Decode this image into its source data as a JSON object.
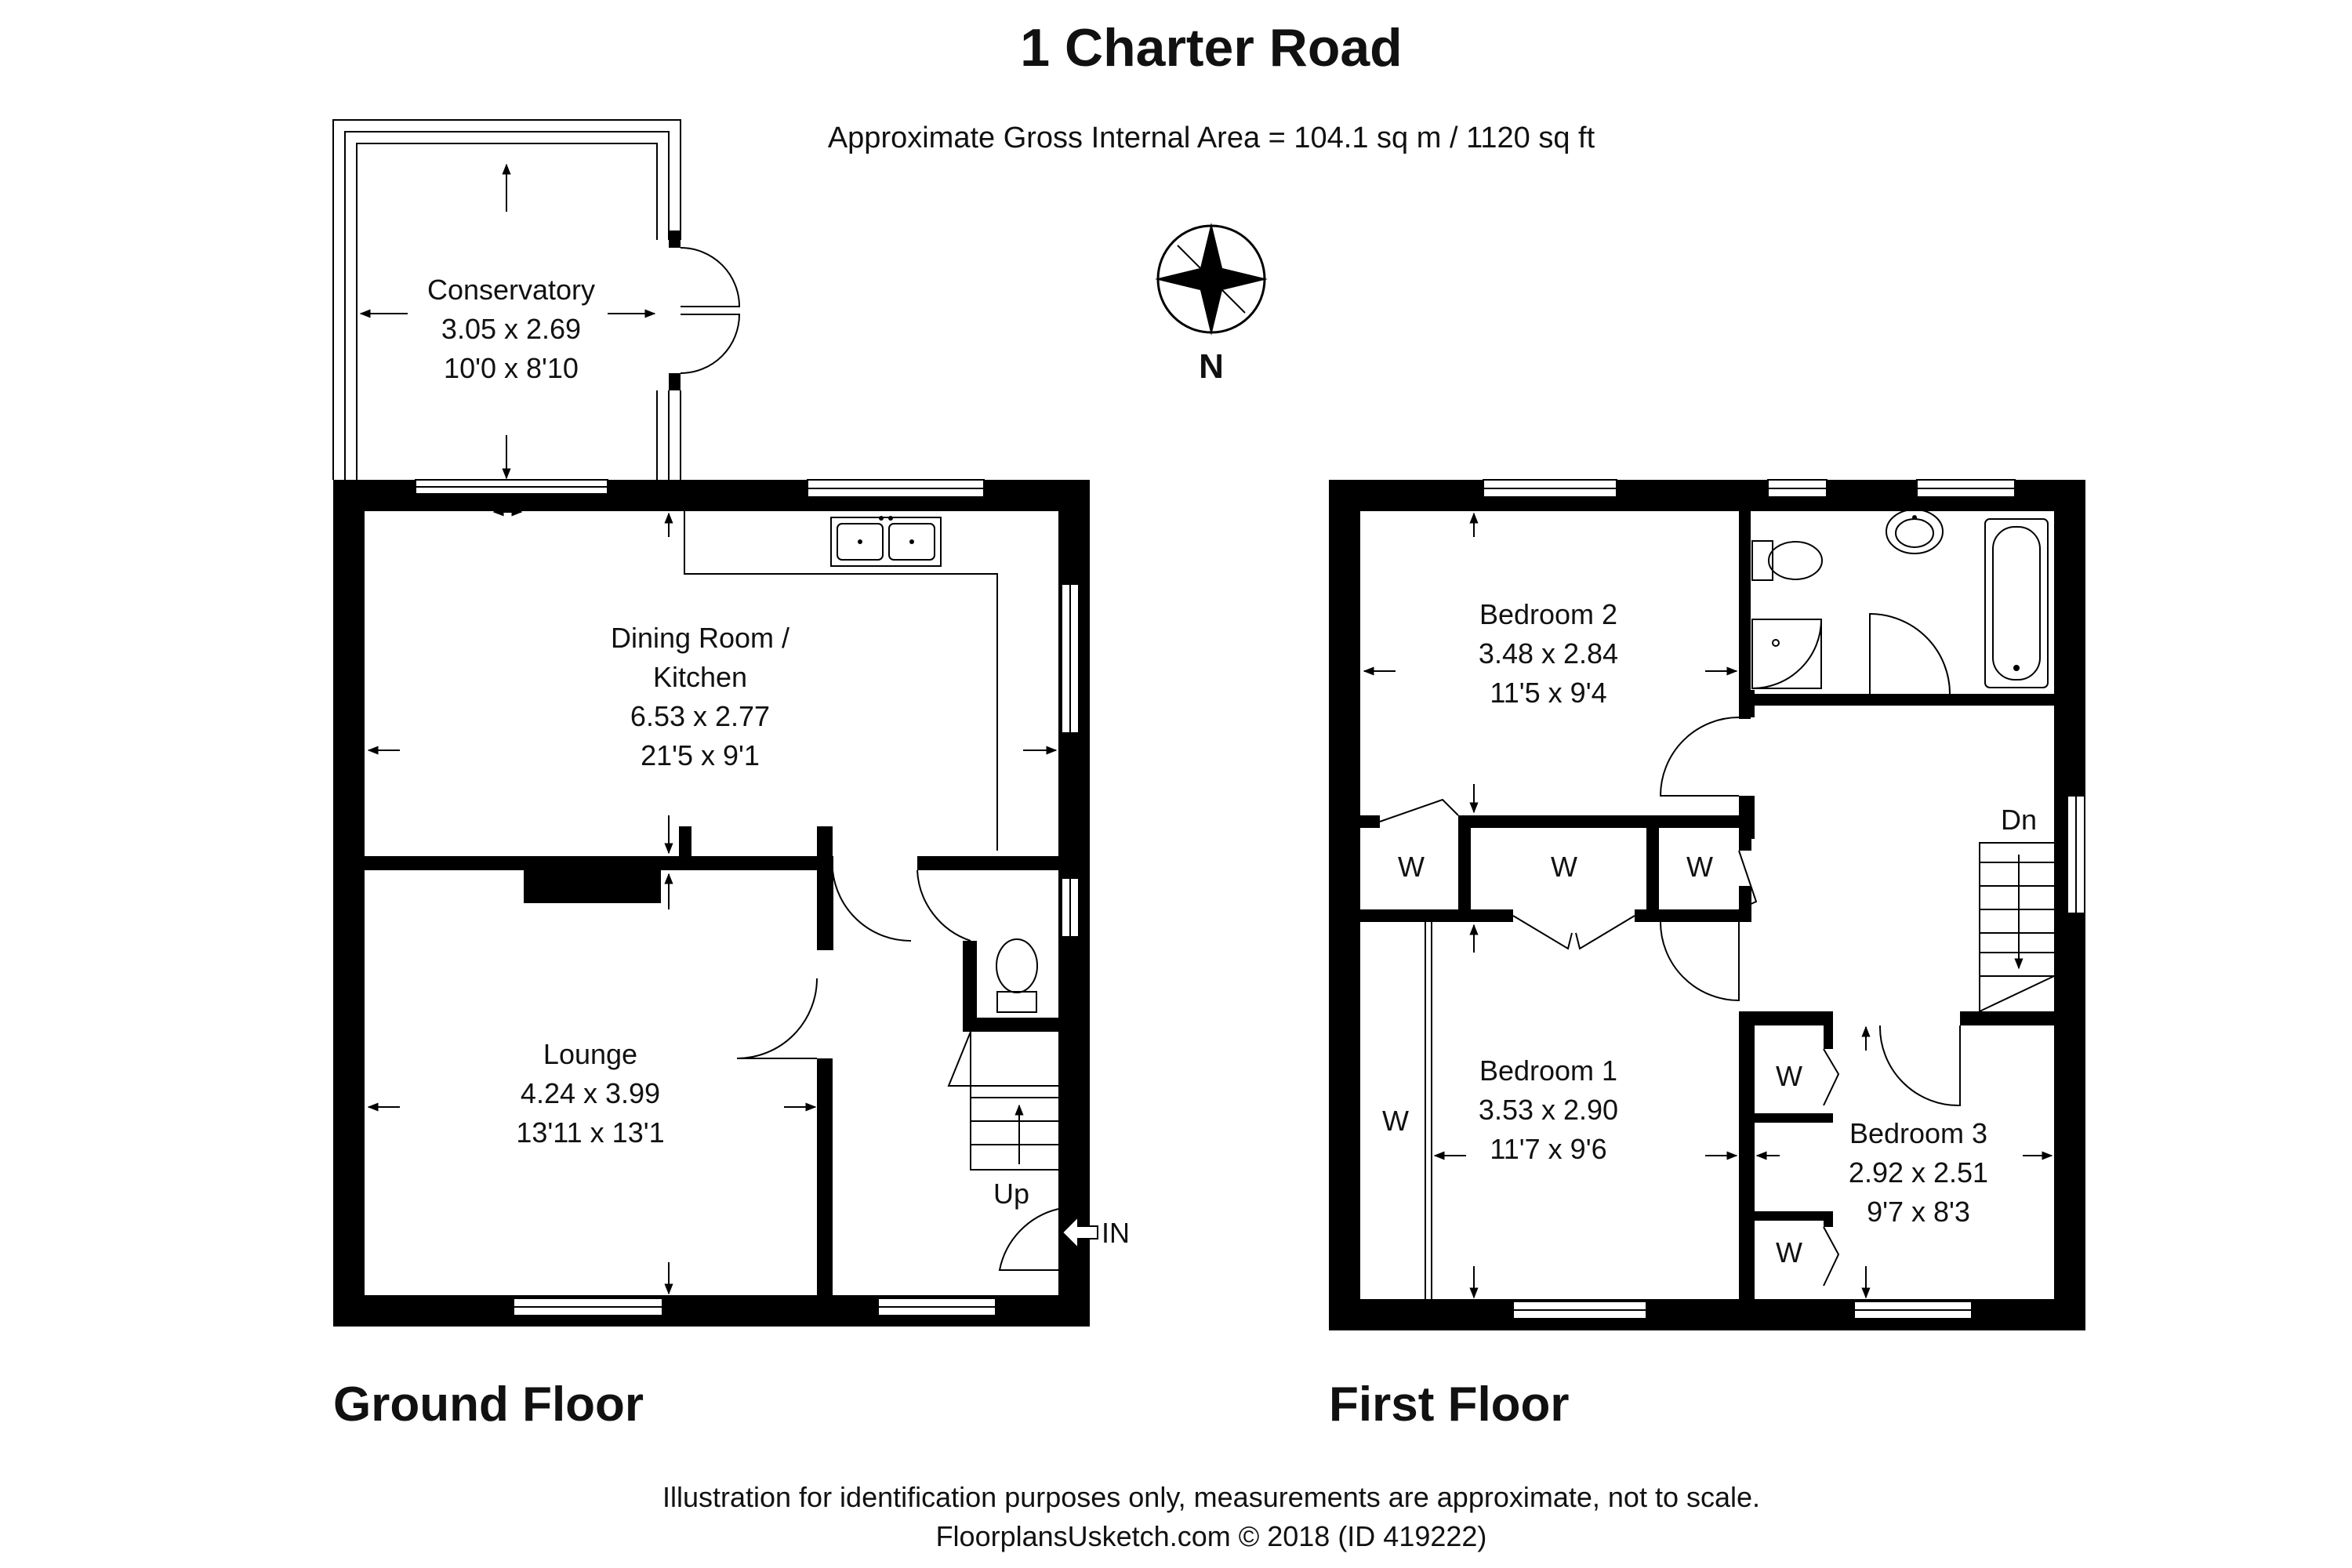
{
  "header": {
    "title": "1 Charter Road",
    "area": "Approximate Gross Internal Area = 104.1 sq m / 1120 sq ft"
  },
  "compass": {
    "label": "N",
    "icon": "compass-rose-icon"
  },
  "floors": {
    "ground": {
      "label": "Ground Floor",
      "rooms": {
        "conservatory": {
          "name": "Conservatory",
          "metric": "3.05 x 2.69",
          "imperial": "10'0 x 8'10"
        },
        "dining": {
          "name1": "Dining Room /",
          "name2": "Kitchen",
          "metric": "6.53 x 2.77",
          "imperial": "21'5 x 9'1"
        },
        "lounge": {
          "name": "Lounge",
          "metric": "4.24 x 3.99",
          "imperial": "13'11 x 13'1"
        }
      },
      "stairs_label": "Up",
      "entrance_label": "IN"
    },
    "first": {
      "label": "First Floor",
      "rooms": {
        "bedroom2": {
          "name": "Bedroom 2",
          "metric": "3.48 x 2.84",
          "imperial": "11'5 x 9'4"
        },
        "bedroom1": {
          "name": "Bedroom 1",
          "metric": "3.53 x 2.90",
          "imperial": "11'7 x 9'6"
        },
        "bedroom3": {
          "name": "Bedroom 3",
          "metric": "2.92 x 2.51",
          "imperial": "9'7 x 8'3"
        }
      },
      "stairs_label": "Dn",
      "wardrobe_label": "W"
    }
  },
  "footer": {
    "disclaimer": "Illustration for identification purposes only, measurements are approximate, not to scale.",
    "credit": "FloorplansUsketch.com © 2018 (ID 419222)"
  }
}
